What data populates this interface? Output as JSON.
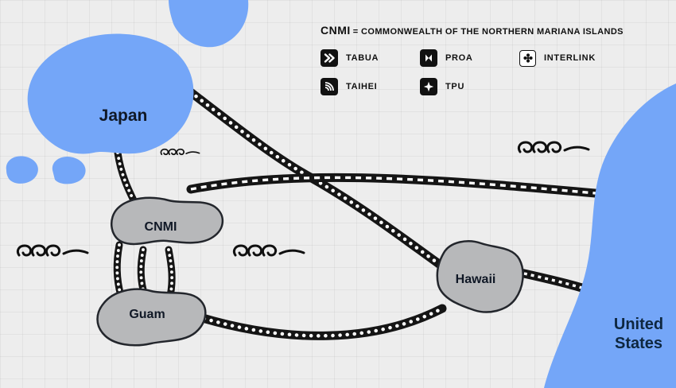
{
  "map": {
    "labels": {
      "japan": "Japan",
      "cnmi": "CNMI",
      "guam": "Guam",
      "hawaii": "Hawaii",
      "us_line1": "United",
      "us_line2": "States"
    },
    "colors": {
      "land_water": "#74a6f8",
      "island": "#b7b8ba",
      "cable": "#151515",
      "background": "#ededed"
    },
    "decorations": [
      "wave-icon",
      "wave-icon",
      "wave-icon",
      "wave-icon"
    ]
  },
  "legend": {
    "title_abbr": "CNMI",
    "title_rest": "= COMMONWEALTH OF THE NORTHERN MARIANA ISLANDS",
    "items": [
      {
        "label": "TABUA",
        "icon": "chevrons-icon"
      },
      {
        "label": "PROA",
        "icon": "bowtie-flag-icon"
      },
      {
        "label": "INTERLINK",
        "icon": "flower-icon"
      },
      {
        "label": "TAIHEI",
        "icon": "wave-arcs-icon"
      },
      {
        "label": "TPU",
        "icon": "star-plane-icon"
      }
    ]
  }
}
